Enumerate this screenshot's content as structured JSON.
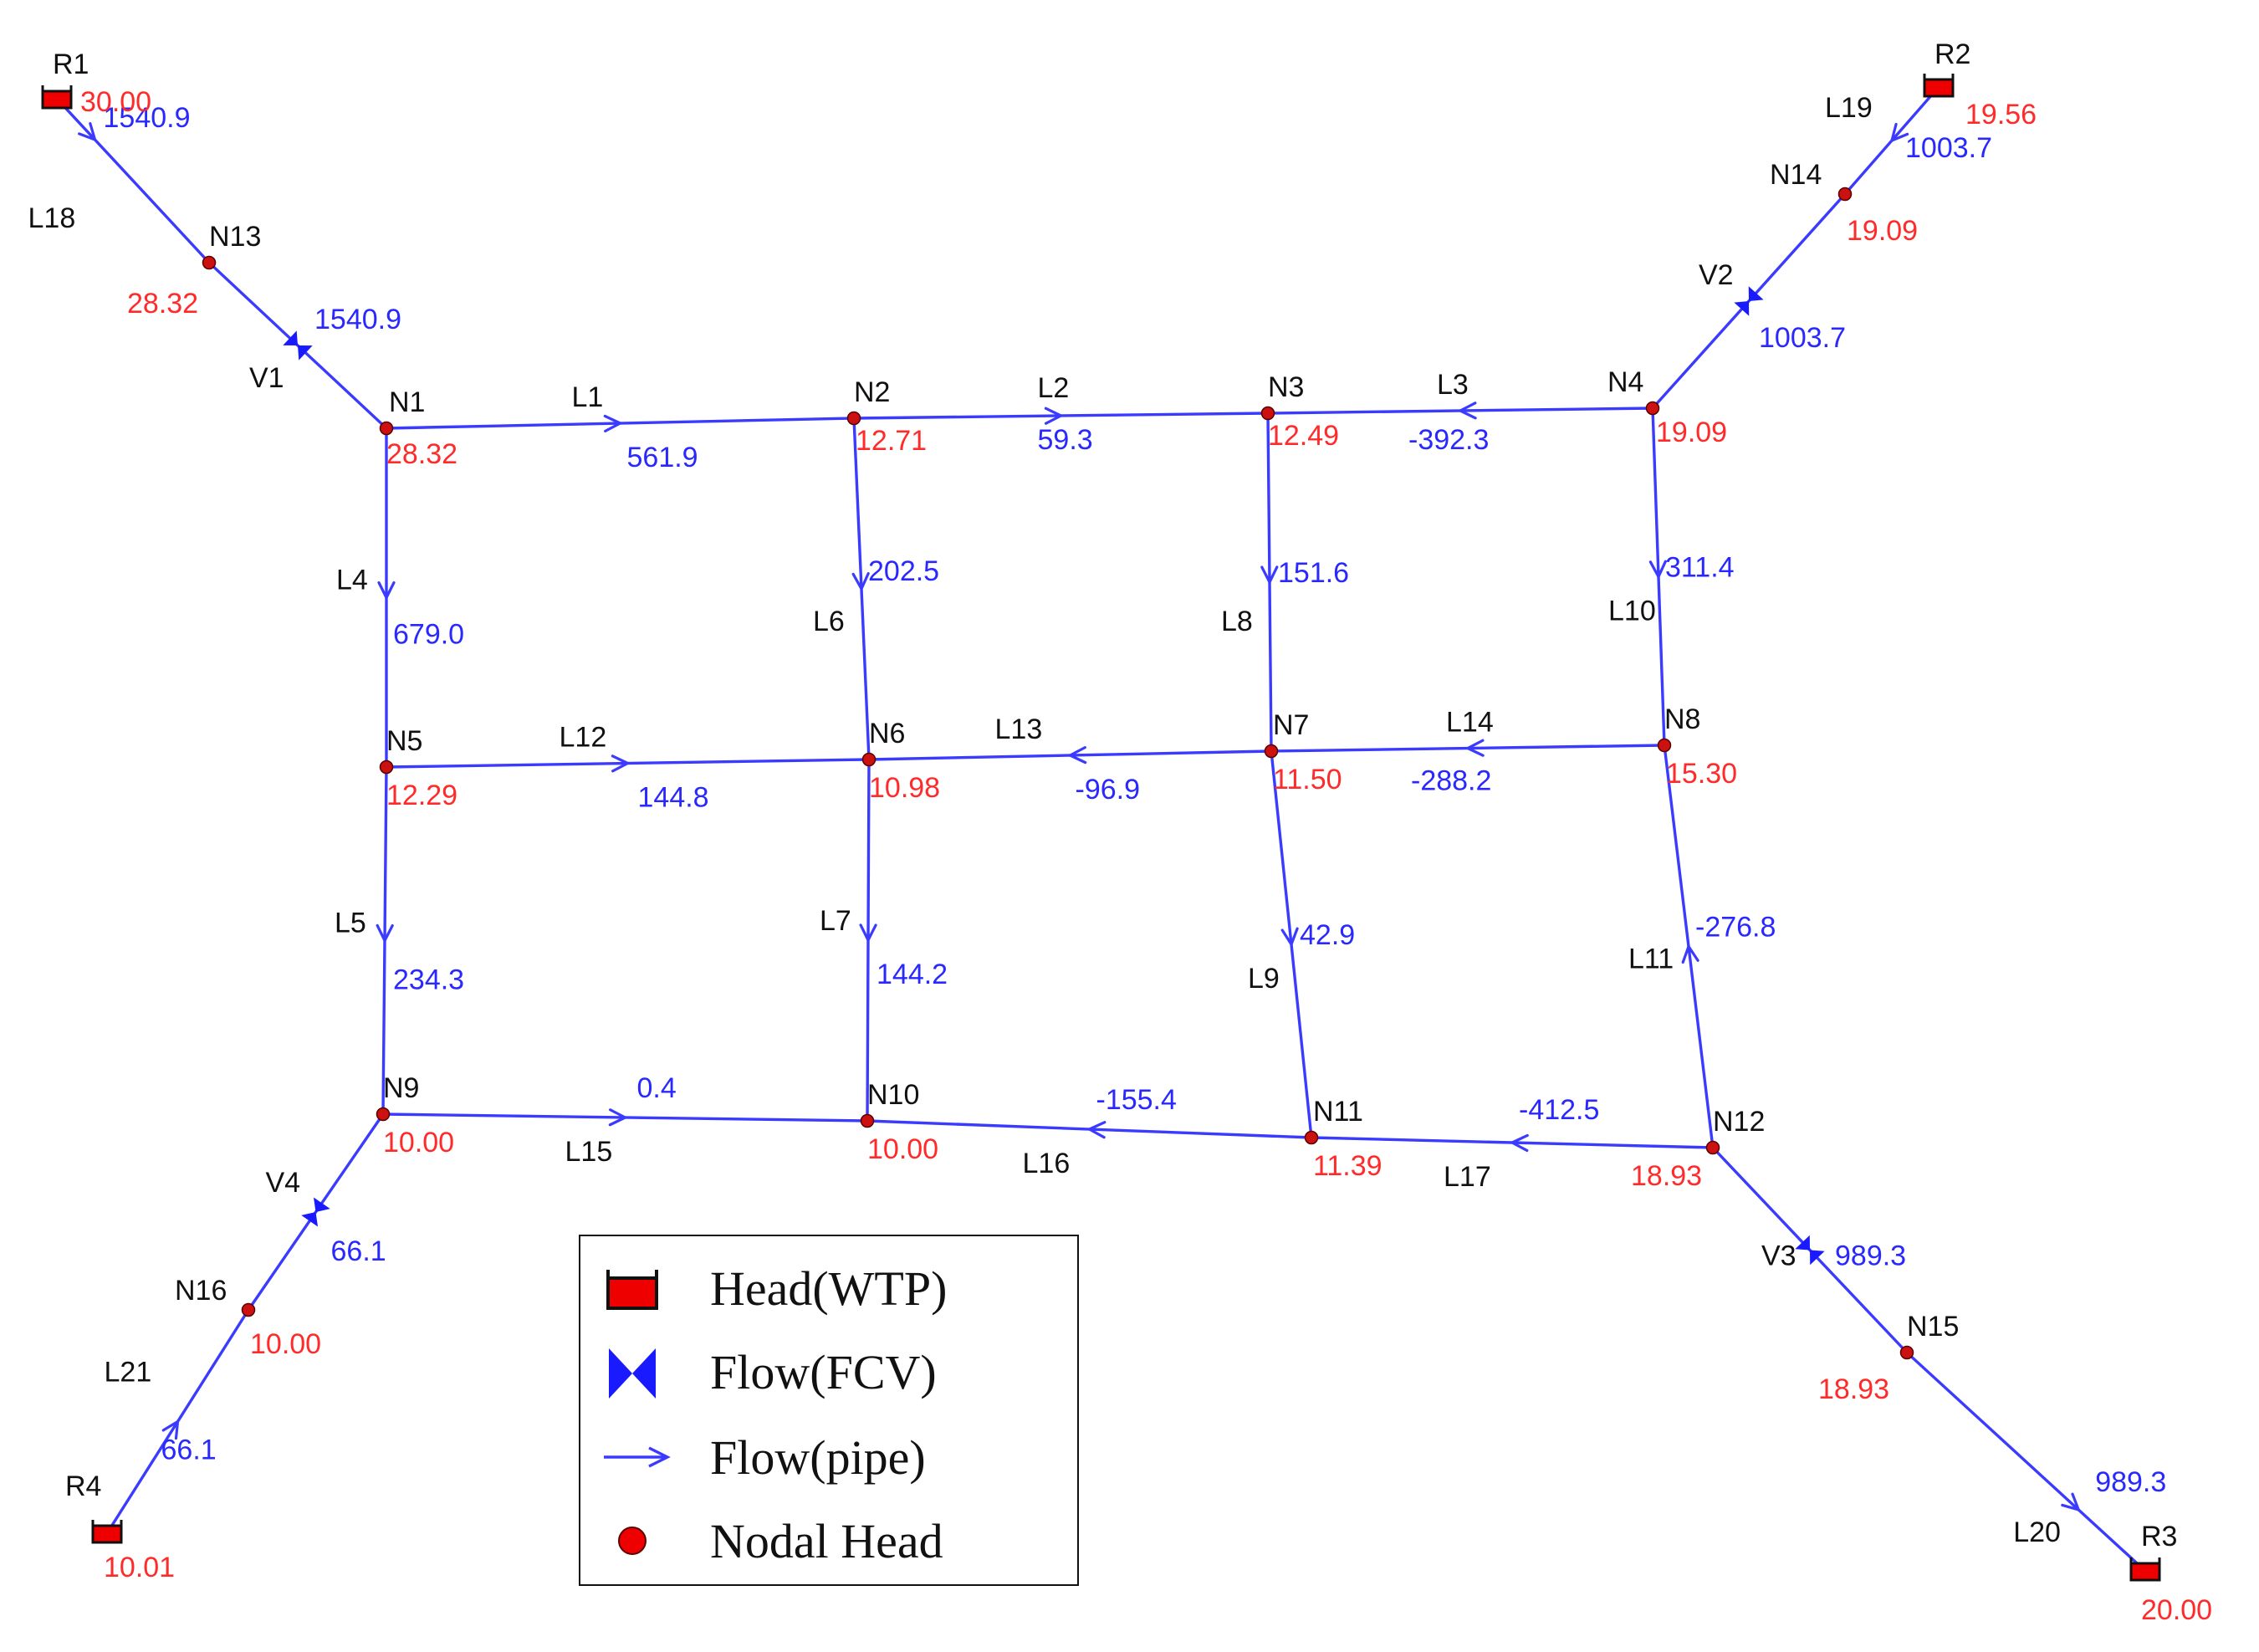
{
  "colors": {
    "pipe": "#3b3bff",
    "flow_text": "#2828ff",
    "head_text": "#ff2b2b",
    "name_text": "#111111",
    "node": "#cc1111",
    "reservoir": "#ee0000",
    "valve": "#1a1aff"
  },
  "nodes": [
    {
      "id": "R1",
      "head": "30.00",
      "kind": "reservoir"
    },
    {
      "id": "R2",
      "head": "19.56",
      "kind": "reservoir"
    },
    {
      "id": "R3",
      "head": "20.00",
      "kind": "reservoir"
    },
    {
      "id": "R4",
      "head": "10.01",
      "kind": "reservoir"
    },
    {
      "id": "N1",
      "head": "28.32",
      "kind": "junction"
    },
    {
      "id": "N2",
      "head": "12.71",
      "kind": "junction"
    },
    {
      "id": "N3",
      "head": "12.49",
      "kind": "junction"
    },
    {
      "id": "N4",
      "head": "19.09",
      "kind": "junction"
    },
    {
      "id": "N5",
      "head": "12.29",
      "kind": "junction"
    },
    {
      "id": "N6",
      "head": "10.98",
      "kind": "junction"
    },
    {
      "id": "N7",
      "head": "11.50",
      "kind": "junction"
    },
    {
      "id": "N8",
      "head": "15.30",
      "kind": "junction"
    },
    {
      "id": "N9",
      "head": "10.00",
      "kind": "junction"
    },
    {
      "id": "N10",
      "head": "10.00",
      "kind": "junction"
    },
    {
      "id": "N11",
      "head": "11.39",
      "kind": "junction"
    },
    {
      "id": "N12",
      "head": "18.93",
      "kind": "junction"
    },
    {
      "id": "N13",
      "head": "28.32",
      "kind": "junction"
    },
    {
      "id": "N14",
      "head": "19.09",
      "kind": "junction"
    },
    {
      "id": "N15",
      "head": "18.93",
      "kind": "junction"
    },
    {
      "id": "N16",
      "head": "10.00",
      "kind": "junction"
    }
  ],
  "links": [
    {
      "id": "L1",
      "from": "N1",
      "to": "N2",
      "flow": "561.9"
    },
    {
      "id": "L2",
      "from": "N2",
      "to": "N3",
      "flow": "59.3"
    },
    {
      "id": "L3",
      "from": "N3",
      "to": "N4",
      "flow": "-392.3"
    },
    {
      "id": "L4",
      "from": "N1",
      "to": "N5",
      "flow": "679.0"
    },
    {
      "id": "L5",
      "from": "N5",
      "to": "N9",
      "flow": "234.3"
    },
    {
      "id": "L6",
      "from": "N2",
      "to": "N6",
      "flow": "202.5"
    },
    {
      "id": "L7",
      "from": "N6",
      "to": "N10",
      "flow": "144.2"
    },
    {
      "id": "L8",
      "from": "N3",
      "to": "N7",
      "flow": "151.6"
    },
    {
      "id": "L9",
      "from": "N7",
      "to": "N11",
      "flow": "42.9"
    },
    {
      "id": "L10",
      "from": "N4",
      "to": "N8",
      "flow": "311.4"
    },
    {
      "id": "L11",
      "from": "N8",
      "to": "N12",
      "flow": "-276.8"
    },
    {
      "id": "L12",
      "from": "N5",
      "to": "N6",
      "flow": "144.8"
    },
    {
      "id": "L13",
      "from": "N6",
      "to": "N7",
      "flow": "-96.9"
    },
    {
      "id": "L14",
      "from": "N7",
      "to": "N8",
      "flow": "-288.2"
    },
    {
      "id": "L15",
      "from": "N9",
      "to": "N10",
      "flow": "0.4"
    },
    {
      "id": "L16",
      "from": "N10",
      "to": "N11",
      "flow": "-155.4"
    },
    {
      "id": "L17",
      "from": "N11",
      "to": "N12",
      "flow": "-412.5"
    },
    {
      "id": "L18",
      "from": "R1",
      "to": "N13",
      "flow": "1540.9"
    },
    {
      "id": "L19",
      "from": "R2",
      "to": "N14",
      "flow": "1003.7"
    },
    {
      "id": "L20",
      "from": "N15",
      "to": "R3",
      "flow": "989.3"
    },
    {
      "id": "L21",
      "from": "R4",
      "to": "N16",
      "flow": "66.1"
    }
  ],
  "valves": [
    {
      "id": "V1",
      "from": "N13",
      "to": "N1",
      "flow": "1540.9"
    },
    {
      "id": "V2",
      "from": "N14",
      "to": "N4",
      "flow": "1003.7"
    },
    {
      "id": "V3",
      "from": "N12",
      "to": "N15",
      "flow": "989.3"
    },
    {
      "id": "V4",
      "from": "N9",
      "to": "N16",
      "flow": "66.1"
    }
  ],
  "legend": {
    "items": [
      {
        "key": "reservoir",
        "label": "Head(WTP)"
      },
      {
        "key": "valve",
        "label": "Flow(FCV)"
      },
      {
        "key": "pipe",
        "label": "Flow(pipe)"
      },
      {
        "key": "node",
        "label": "Nodal Head"
      }
    ]
  }
}
